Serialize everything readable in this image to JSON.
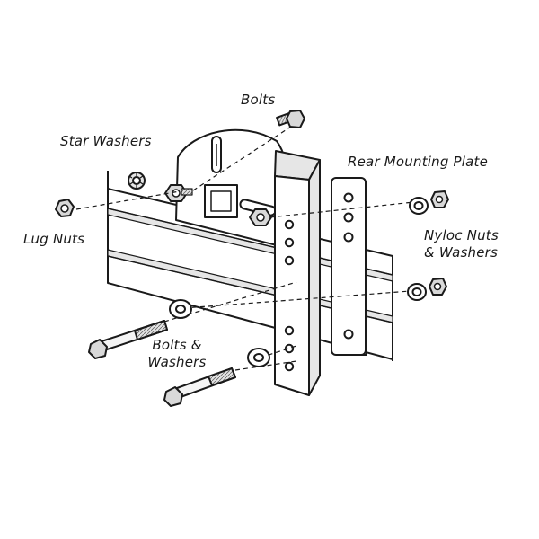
{
  "labels": {
    "bolts": "Bolts",
    "star_washers": "Star Washers",
    "rear_mounting_plate": "Rear Mounting Plate",
    "lug_nuts": "Lug Nuts",
    "nyloc_line1": "Nyloc Nuts",
    "nyloc_line2": "& Washers",
    "bolts_washers_line1": "Bolts &",
    "bolts_washers_line2": "Washers"
  },
  "colors": {
    "line": "#1a1a1a",
    "part_fill": "#ffffff",
    "shade": "#e6e6e6",
    "hardware": "#d9d9d9"
  }
}
